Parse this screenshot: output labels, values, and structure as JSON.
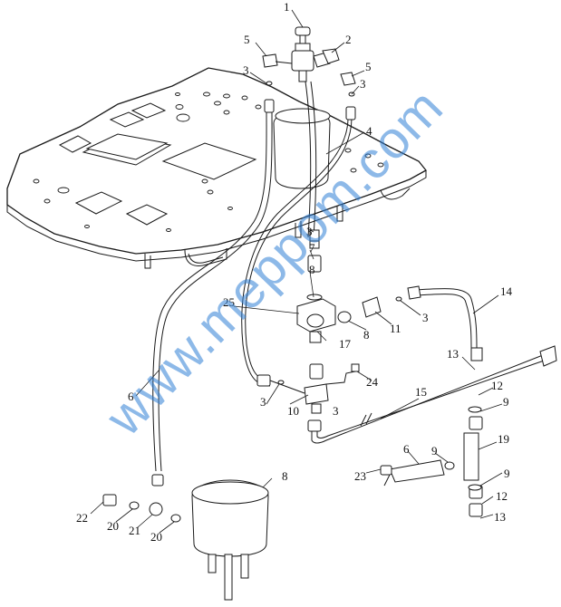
{
  "diagram": {
    "part_labels": [
      "1",
      "2",
      "3",
      "3",
      "3",
      "3",
      "3",
      "3",
      "4",
      "5",
      "5",
      "6",
      "6",
      "7",
      "8",
      "8",
      "8",
      "9",
      "9",
      "9",
      "10",
      "11",
      "12",
      "12",
      "13",
      "13",
      "14",
      "15",
      "17",
      "19",
      "20",
      "20",
      "21",
      "22",
      "23",
      "24",
      "25"
    ],
    "watermark": "www.meppom.com"
  }
}
